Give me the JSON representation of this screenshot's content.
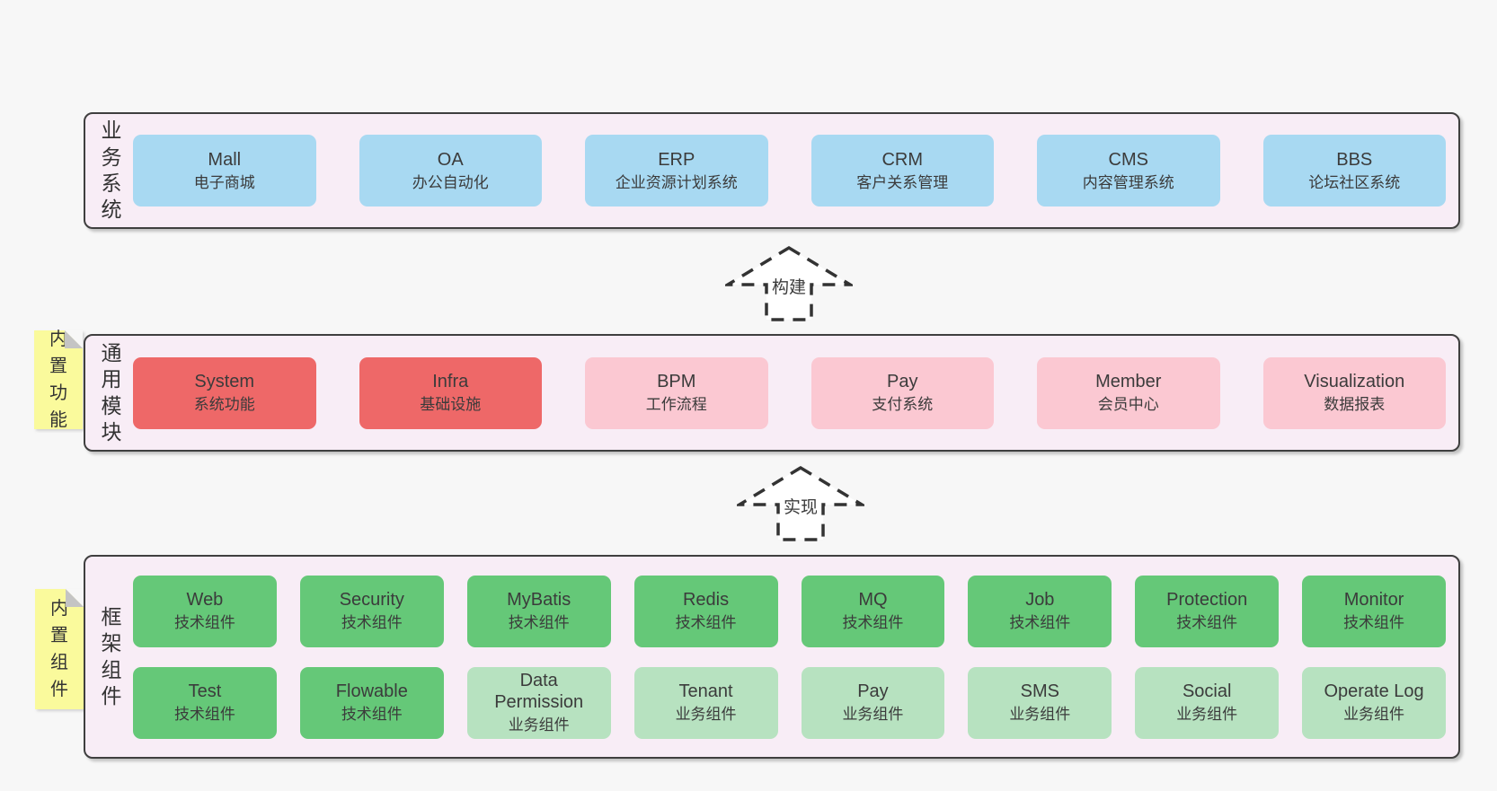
{
  "colors": {
    "page_bg": "#f7f7f7",
    "panel_bg": "#f8edf6",
    "panel_border": "#3f3f3f",
    "blue_box": "#a8d9f2",
    "red_box": "#ee6868",
    "pink_box": "#fbc8d2",
    "green_box": "#65c878",
    "light_green_box": "#b7e2c0",
    "sticky_yellow": "#fafa9c",
    "sticky_fold": "#c4c4c4",
    "text": "#3b3b3b"
  },
  "arrows": [
    {
      "label": "构建"
    },
    {
      "label": "实现"
    }
  ],
  "layers": [
    {
      "label": "业务系统",
      "boxes": [
        {
          "name": "Mall",
          "sub": "电子商城"
        },
        {
          "name": "OA",
          "sub": "办公自动化"
        },
        {
          "name": "ERP",
          "sub": "企业资源计划系统"
        },
        {
          "name": "CRM",
          "sub": "客户关系管理"
        },
        {
          "name": "CMS",
          "sub": "内容管理系统"
        },
        {
          "name": "BBS",
          "sub": "论坛社区系统"
        }
      ]
    },
    {
      "sticky": "内置功能",
      "label": "通用模块",
      "boxes": [
        {
          "name": "System",
          "sub": "系统功能"
        },
        {
          "name": "Infra",
          "sub": "基础设施"
        },
        {
          "name": "BPM",
          "sub": "工作流程"
        },
        {
          "name": "Pay",
          "sub": "支付系统"
        },
        {
          "name": "Member",
          "sub": "会员中心"
        },
        {
          "name": "Visualization",
          "sub": "数据报表"
        }
      ]
    },
    {
      "sticky": "内置组件",
      "label": "框架组件",
      "rows": [
        [
          {
            "name": "Web",
            "sub": "技术组件"
          },
          {
            "name": "Security",
            "sub": "技术组件"
          },
          {
            "name": "MyBatis",
            "sub": "技术组件"
          },
          {
            "name": "Redis",
            "sub": "技术组件"
          },
          {
            "name": "MQ",
            "sub": "技术组件"
          },
          {
            "name": "Job",
            "sub": "技术组件"
          },
          {
            "name": "Protection",
            "sub": "技术组件"
          },
          {
            "name": "Monitor",
            "sub": "技术组件"
          }
        ],
        [
          {
            "name": "Test",
            "sub": "技术组件"
          },
          {
            "name": "Flowable",
            "sub": "技术组件"
          },
          {
            "name": "Data Permission",
            "sub": "业务组件"
          },
          {
            "name": "Tenant",
            "sub": "业务组件"
          },
          {
            "name": "Pay",
            "sub": "业务组件"
          },
          {
            "name": "SMS",
            "sub": "业务组件"
          },
          {
            "name": "Social",
            "sub": "业务组件"
          },
          {
            "name": "Operate Log",
            "sub": "业务组件"
          }
        ]
      ]
    }
  ]
}
